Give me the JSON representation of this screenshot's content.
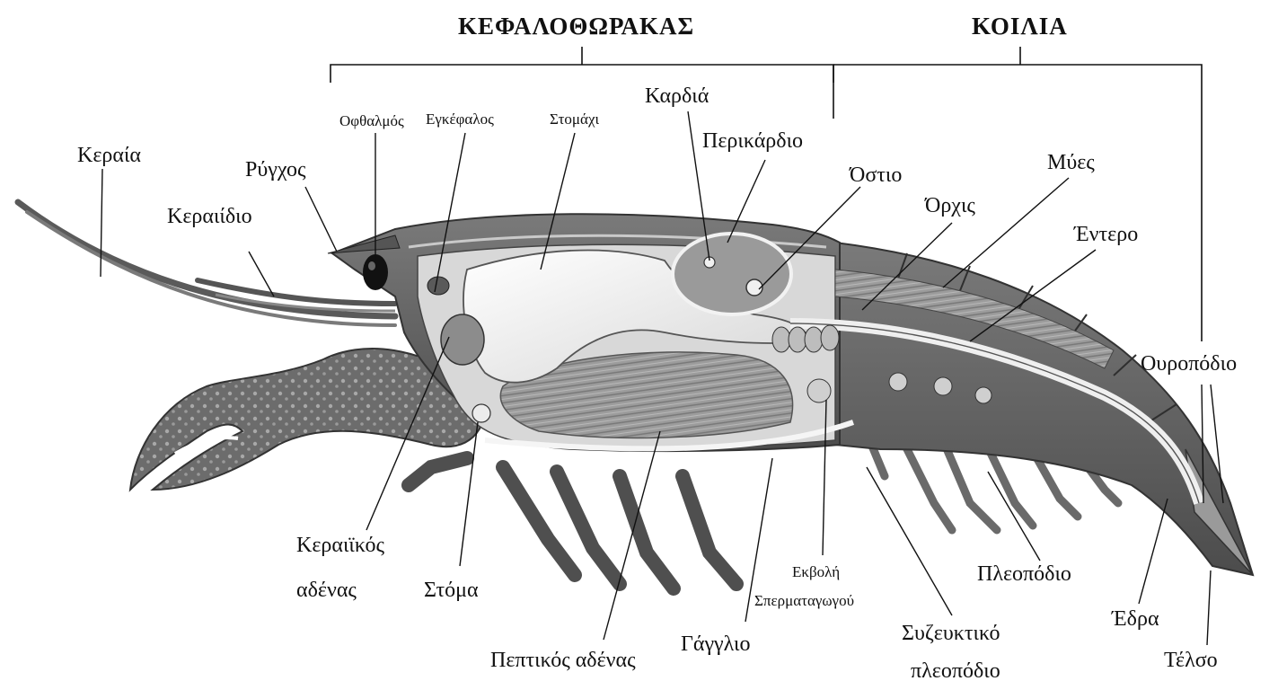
{
  "headers": {
    "cephalothorax": "ΚΕΦΑΛΟΘΩΡΑΚΑΣ",
    "abdomen": "ΚΟΙΛΙΑ"
  },
  "labels": {
    "eye": "Οφθαλμός",
    "brain": "Εγκέφαλος",
    "stomach": "Στομάχι",
    "heart": "Καρδιά",
    "pericardium": "Περικάρδιο",
    "antenna": "Κεραία",
    "rostrum": "Ρύγχος",
    "antennule": "Κεραιίδιο",
    "ostium": "Όστιο",
    "testis": "Όρχις",
    "muscles": "Μύες",
    "intestine": "Έντερο",
    "uropod": "Ουροπόδιο",
    "green_gland_1": "Κεραιϊκός",
    "green_gland_2": "αδένας",
    "mouth": "Στόμα",
    "digestive_gland": "Πεπτικός αδένας",
    "ganglion": "Γάγγλιο",
    "sperm_duct_1": "Εκβολή",
    "sperm_duct_2": "Σπερματαγωγού",
    "copulatory_1": "Συζευκτικό",
    "copulatory_2": "πλεοπόδιο",
    "pleopod": "Πλεοπόδιο",
    "anus": "Έδρα",
    "telson": "Τέλσο"
  },
  "colors": {
    "ink": "#111111",
    "shell_dark": "#5e5e5e",
    "shell_mid": "#8a8a8a",
    "shell_light": "#b9b9b9",
    "organ_light": "#eeeeee",
    "organ_mid": "#a3a3a3"
  }
}
